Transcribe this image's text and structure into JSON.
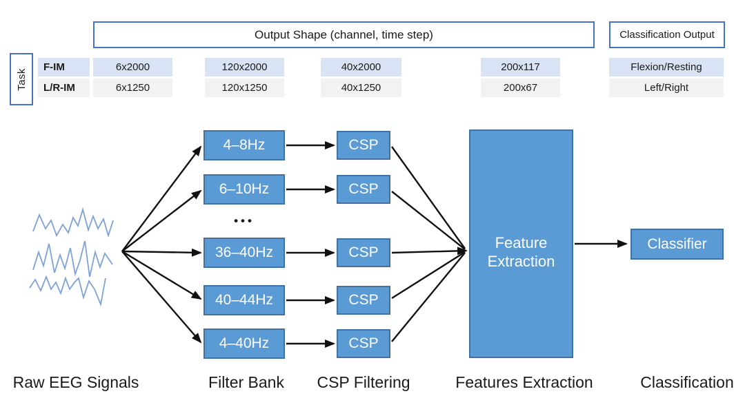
{
  "header": {
    "task_label": "Task",
    "output_shape_label": "Output Shape (channel, time step)",
    "classification_output_label": "Classification Output",
    "rows": [
      {
        "task": "F-IM",
        "shapes": [
          "6x2000",
          "120x2000",
          "40x2000",
          "200x117"
        ],
        "output": "Flexion/Resting"
      },
      {
        "task": "L/R-IM",
        "shapes": [
          "6x1250",
          "120x1250",
          "40x1250",
          "200x67"
        ],
        "output": "Left/Right"
      }
    ]
  },
  "diagram": {
    "filter_bands": [
      "4–8Hz",
      "6–10Hz",
      "36–40Hz",
      "40–44Hz",
      "4–40Hz"
    ],
    "ellipsis": "•••",
    "csp_label": "CSP",
    "feature_extraction_line1": "Feature",
    "feature_extraction_line2": "Extraction",
    "classifier_label": "Classifier"
  },
  "stages": [
    "Raw EEG Signals",
    "Filter Bank",
    "CSP Filtering",
    "Features Extraction",
    "Classification"
  ],
  "colors": {
    "box_fill": "#5B9BD5",
    "box_border": "#41719C",
    "header_border": "#4472C4",
    "row_blue": "#DAE3F3",
    "row_gray": "#F2F2F2",
    "eeg_stroke": "#7EA1D9",
    "arrow_color": "#111111"
  }
}
